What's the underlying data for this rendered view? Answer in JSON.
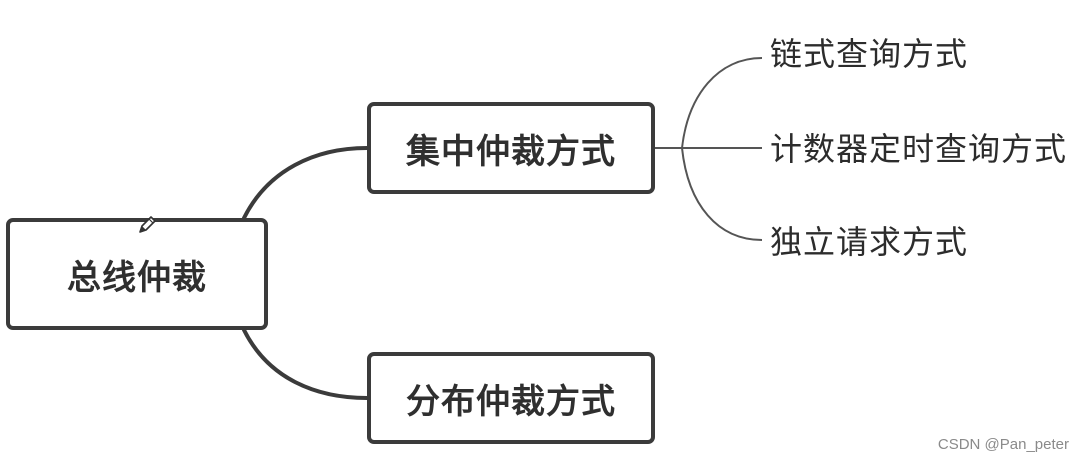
{
  "diagram": {
    "root": {
      "label": "总线仲裁"
    },
    "branches": [
      {
        "label": "集中仲裁方式",
        "children": [
          "链式查询方式",
          "计数器定时查询方式",
          "独立请求方式"
        ]
      },
      {
        "label": "分布仲裁方式",
        "children": []
      }
    ]
  },
  "icons": {
    "edit": "pencil-icon"
  },
  "watermark": "CSDN @Pan_peter",
  "colors": {
    "box_border": "#3b3b3b",
    "thin_line": "#555555",
    "text": "#2f2f2f"
  }
}
